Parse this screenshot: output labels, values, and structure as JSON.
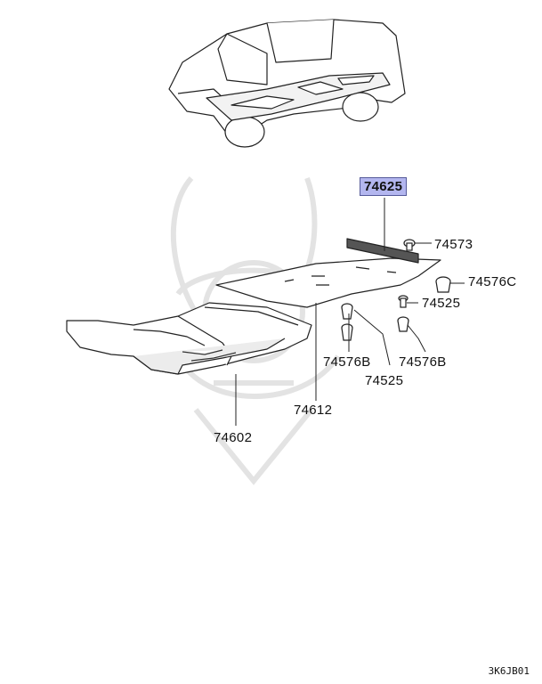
{
  "diagram": {
    "parts": [
      {
        "key": "p74625",
        "number": "74625",
        "highlighted": true
      },
      {
        "key": "p74573",
        "number": "74573"
      },
      {
        "key": "p74576c",
        "number": "74576C"
      },
      {
        "key": "p74525a",
        "number": "74525"
      },
      {
        "key": "p74576b1",
        "number": "74576B"
      },
      {
        "key": "p74576b2",
        "number": "74576B"
      },
      {
        "key": "p74525b",
        "number": "74525"
      },
      {
        "key": "p74612",
        "number": "74612"
      },
      {
        "key": "p74602",
        "number": "74602"
      }
    ],
    "figure_code": "3K6JB01",
    "colors": {
      "highlight": "#b3b6ef",
      "line": "#222222",
      "watermark": "#dcdcdc"
    }
  }
}
